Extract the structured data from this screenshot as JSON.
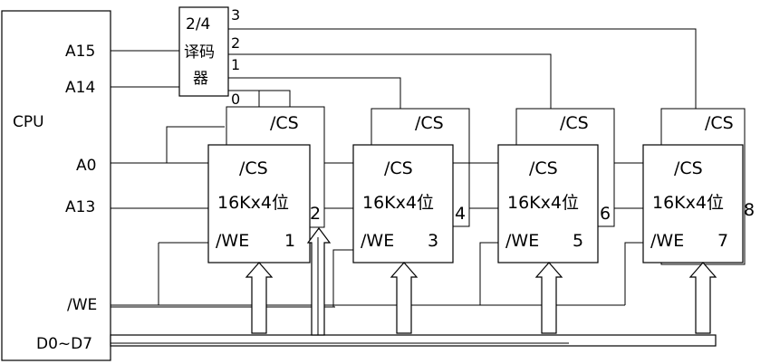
{
  "cpu": {
    "label": "CPU",
    "pins": {
      "a15": "A15",
      "a14": "A14",
      "a0": "A0",
      "a13": "A13",
      "we": "/WE",
      "data": "D0~D7"
    }
  },
  "decoder": {
    "lines": [
      "2/4",
      "译码",
      "器"
    ],
    "outputs": [
      "0",
      "1",
      "2",
      "3"
    ]
  },
  "chips": [
    {
      "cs": "/CS",
      "size": "16Kx4位",
      "we": "/WE",
      "front_num": "1",
      "back_cs": "/CS",
      "back_num": "2"
    },
    {
      "cs": "/CS",
      "size": "16Kx4位",
      "we": "/WE",
      "front_num": "3",
      "back_cs": "/CS",
      "back_num": "4"
    },
    {
      "cs": "/CS",
      "size": "16Kx4位",
      "we": "/WE",
      "front_num": "5",
      "back_cs": "/CS",
      "back_num": "6"
    },
    {
      "cs": "/CS",
      "size": "16Kx4位",
      "we": "/WE",
      "front_num": "7",
      "back_cs": "/CS",
      "back_num": "8"
    }
  ]
}
